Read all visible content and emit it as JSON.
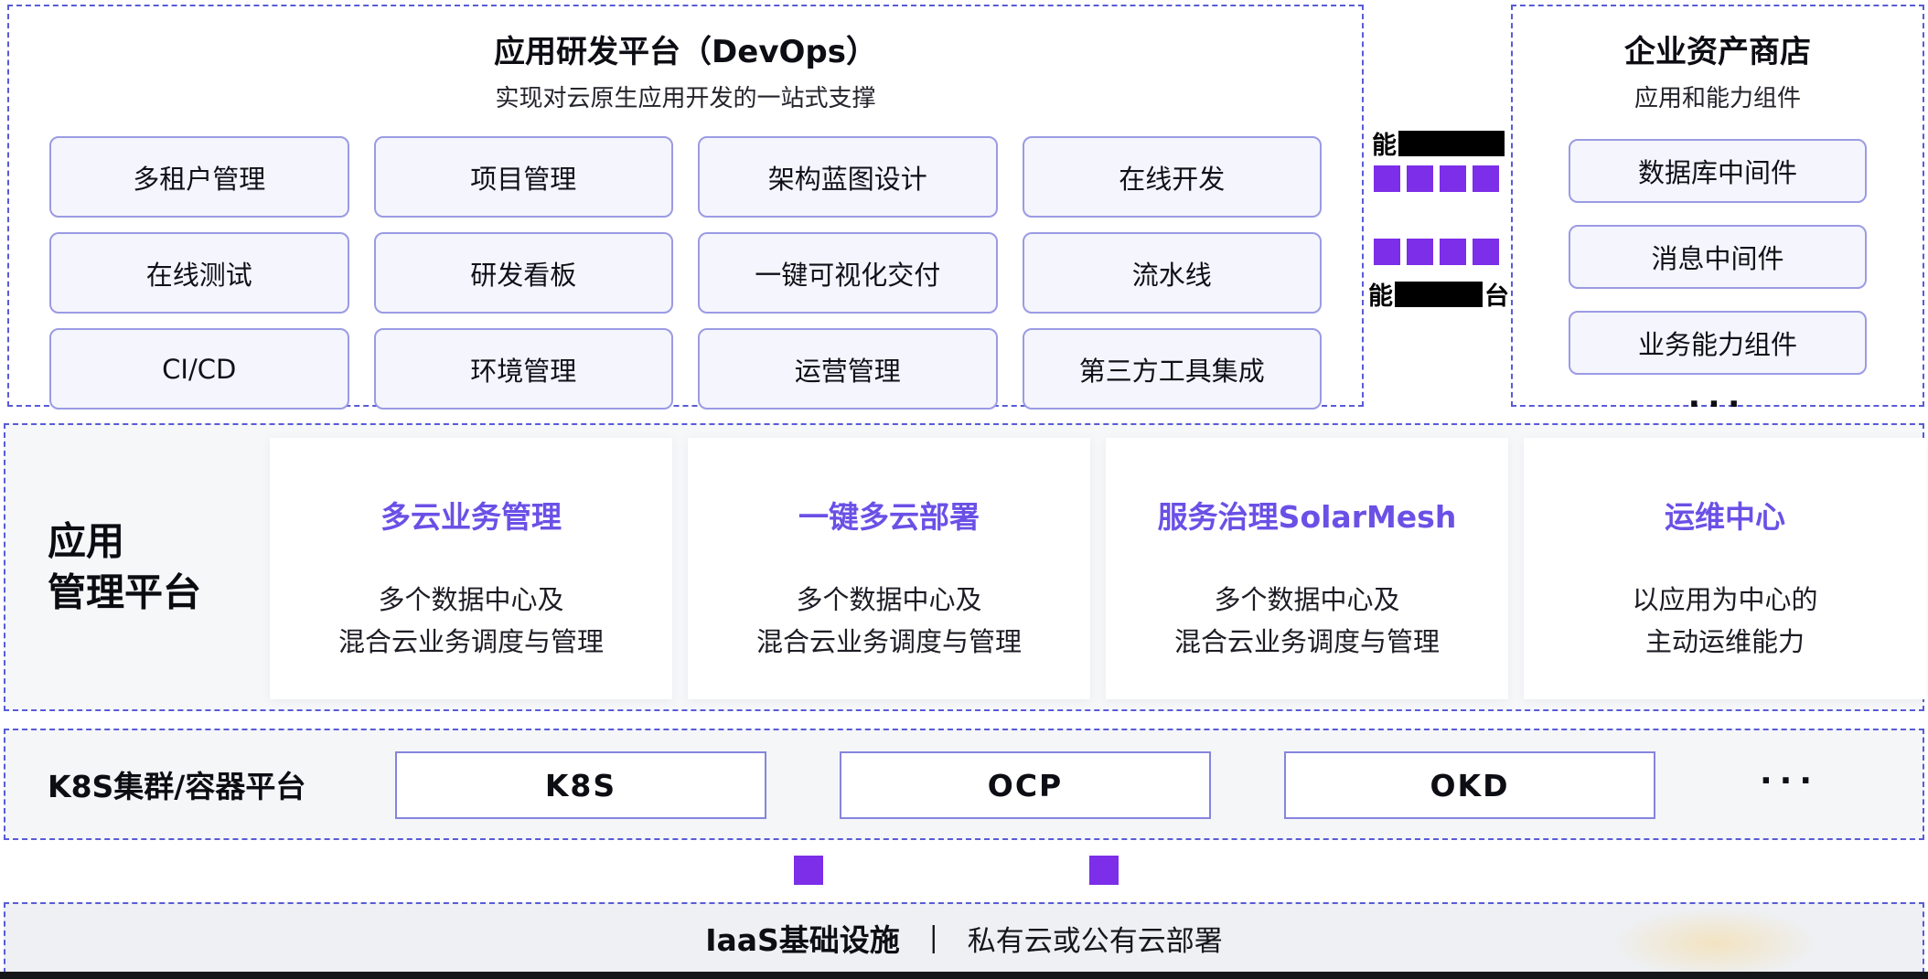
{
  "colors": {
    "accent_purple": "#6b50e6",
    "square_purple": "#7c2ee8",
    "dashed_border": "#585cd6"
  },
  "devops_platform": {
    "title": "应用研发平台（DevOps）",
    "subtitle": "实现对云原生应用开发的一站式支撑",
    "items": [
      "多租户管理",
      "项目管理",
      "架构蓝图设计",
      "在线开发",
      "在线测试",
      "研发看板",
      "一键可视化交付",
      "流水线",
      "CI/CD",
      "环境管理",
      "运营管理",
      "第三方工具集成"
    ]
  },
  "capability_flow": {
    "top_prefix": "能",
    "bottom_prefix": "能",
    "bottom_suffix": "台"
  },
  "asset_store": {
    "title": "企业资产商店",
    "subtitle": "应用和能力组件",
    "items": [
      "数据库中间件",
      "消息中间件",
      "业务能力组件"
    ],
    "more": "···"
  },
  "app_management": {
    "label_line1": "应用",
    "label_line2": "管理平台",
    "cards": [
      {
        "title": "多云业务管理",
        "desc_line1": "多个数据中心及",
        "desc_line2": "混合云业务调度与管理"
      },
      {
        "title": "一键多云部署",
        "desc_line1": "多个数据中心及",
        "desc_line2": "混合云业务调度与管理"
      },
      {
        "title": "服务治理SolarMesh",
        "desc_line1": "多个数据中心及",
        "desc_line2": "混合云业务调度与管理"
      },
      {
        "title": "运维中心",
        "desc_line1": "以应用为中心的",
        "desc_line2": "主动运维能力"
      }
    ]
  },
  "container_platform": {
    "label": "K8S集群/容器平台",
    "items": [
      "K8S",
      "OCP",
      "OKD"
    ],
    "more": "···"
  },
  "iaas": {
    "title": "IaaS基础设施",
    "divider": "｜",
    "subtitle": "私有云或公有云部署"
  }
}
